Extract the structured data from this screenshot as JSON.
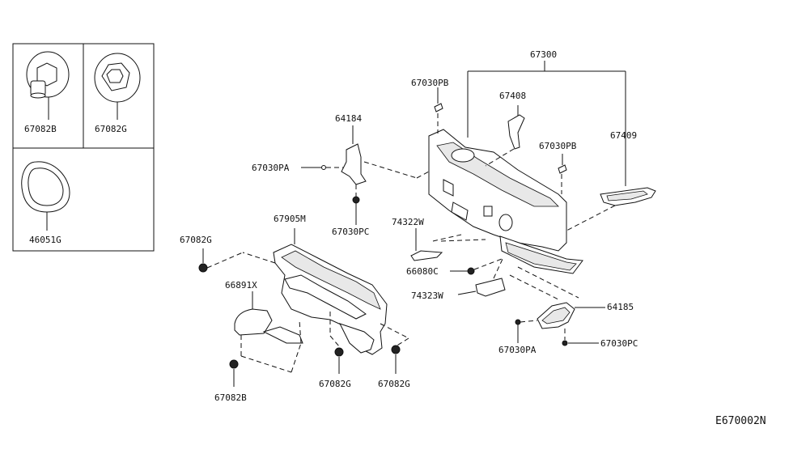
{
  "legend_box": {
    "parts": [
      {
        "id": "legend-part-67082b",
        "label": "67082B"
      },
      {
        "id": "legend-part-67082g",
        "label": "67082G"
      },
      {
        "id": "legend-part-46051g",
        "label": "46051G"
      }
    ]
  },
  "callouts": {
    "p67300": "67300",
    "p67030pb_top": "67030PB",
    "p67408": "67408",
    "p64184": "64184",
    "p67030pb_right": "67030PB",
    "p67409": "67409",
    "p67030pa_left": "67030PA",
    "p67030pc_left": "67030PC",
    "p74322w": "74322W",
    "p67905m": "67905M",
    "p67082g_left": "67082G",
    "p66080c": "66080C",
    "p66891x": "66891X",
    "p74323w": "74323W",
    "p64185": "64185",
    "p67030pa_right": "67030PA",
    "p67030pc_right": "67030PC",
    "p67082b_bottom": "67082B",
    "p67082g_bottom_mid": "67082G",
    "p67082g_bottom_right": "67082G"
  },
  "diagram_code": "E670002N"
}
